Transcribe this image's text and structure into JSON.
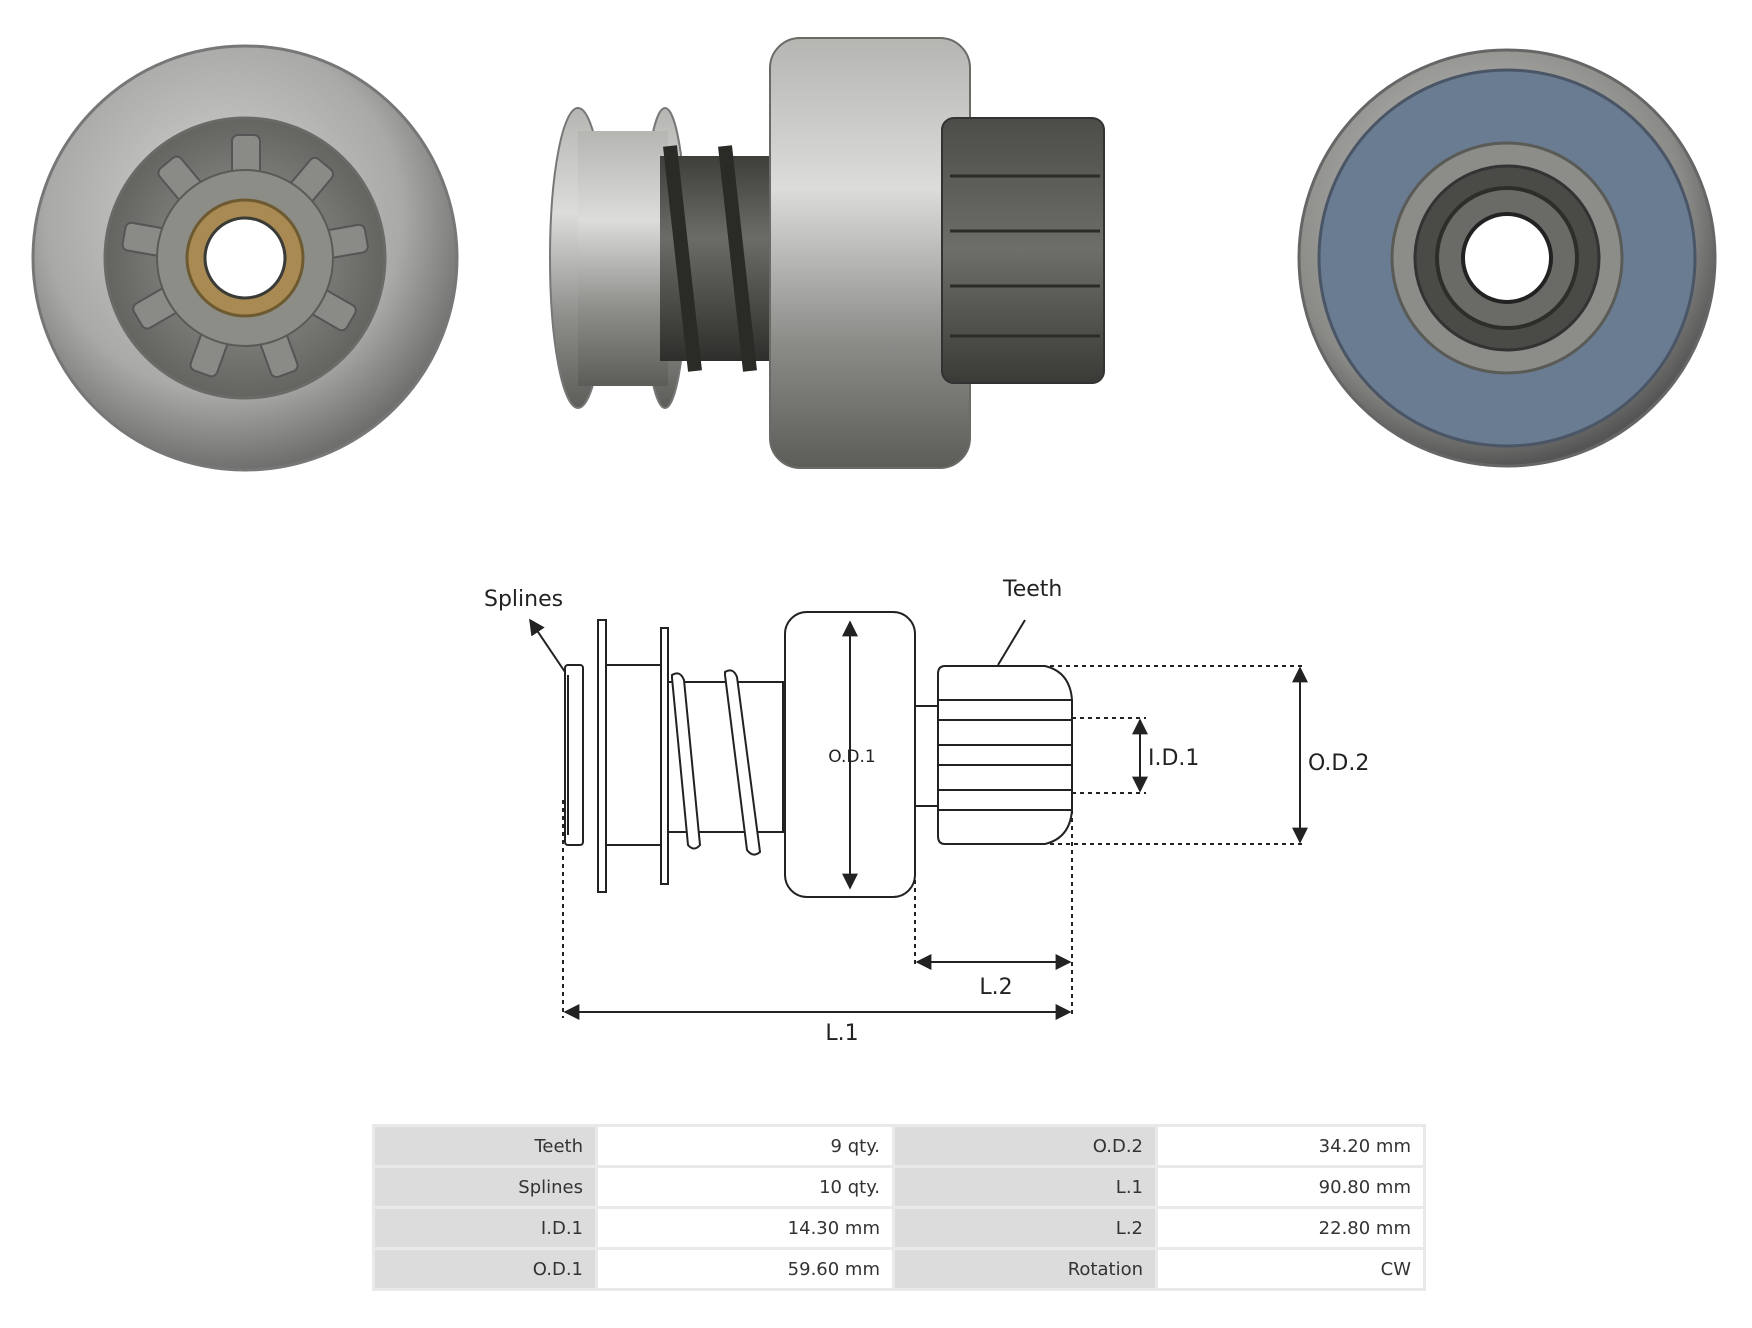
{
  "photos": {
    "front_view": "pinion-front-view",
    "side_view": "starter-drive-side-view",
    "rear_view": "pinion-rear-view"
  },
  "diagram": {
    "labels": {
      "splines": "Splines",
      "teeth": "Teeth",
      "od1": "O.D.1",
      "id1": "I.D.1",
      "od2": "O.D.2",
      "l1": "L.1",
      "l2": "L.2"
    }
  },
  "specs": {
    "rows": [
      {
        "label_a": "Teeth",
        "value_a": "9 qty.",
        "label_b": "O.D.2",
        "value_b": "34.20 mm"
      },
      {
        "label_a": "Splines",
        "value_a": "10 qty.",
        "label_b": "L.1",
        "value_b": "90.80 mm"
      },
      {
        "label_a": "I.D.1",
        "value_a": "14.30 mm",
        "label_b": "L.2",
        "value_b": "22.80 mm"
      },
      {
        "label_a": "O.D.1",
        "value_a": "59.60 mm",
        "label_b": "Rotation",
        "value_b": "CW"
      }
    ]
  },
  "colors": {
    "metal_light": "#c9c9c9",
    "metal_dark": "#4a4a48",
    "bushing": "#a88a52",
    "seal_blue": "#6a7c92",
    "line": "#222222",
    "table_label_bg": "#dcdcdc"
  }
}
